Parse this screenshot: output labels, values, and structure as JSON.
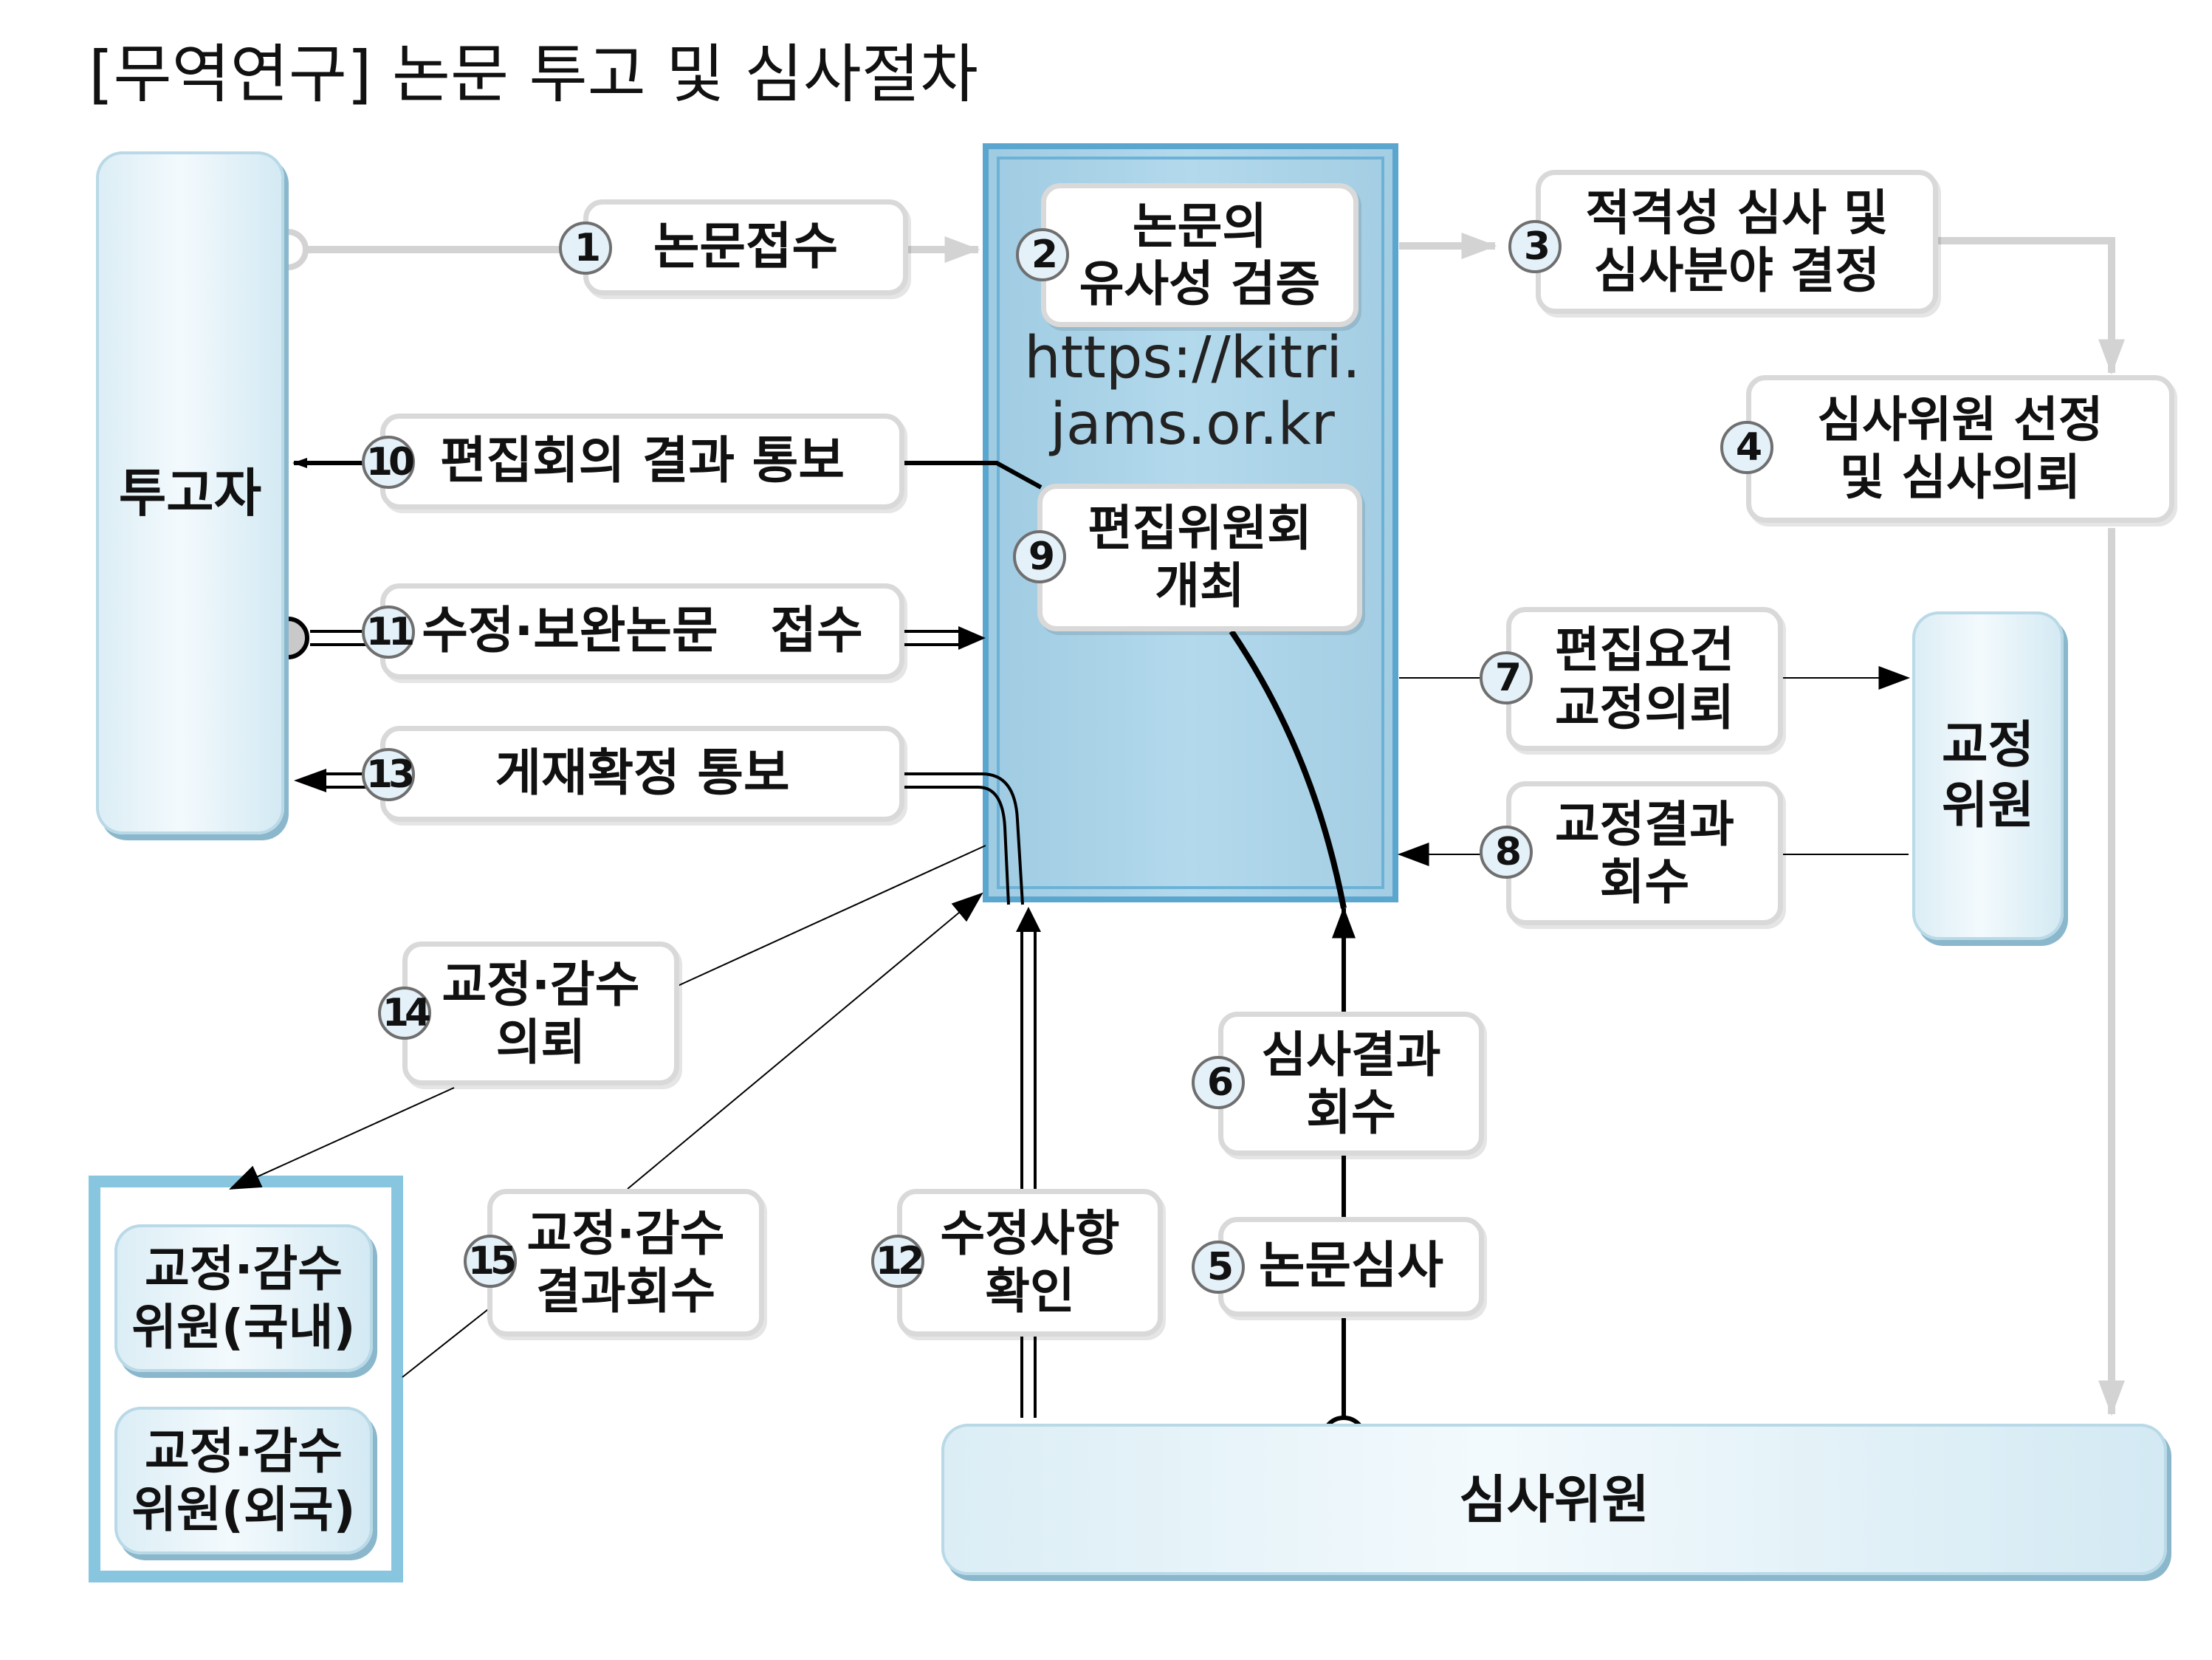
{
  "title": "[무역연구] 논문 투고 및 심사절차",
  "colors": {
    "accent": "#a8d2e8",
    "accent_dark": "#5aa6cf",
    "pill_shadow": "#8ab7cc",
    "box_border": "#d9d9d9",
    "line": "#000000",
    "gray_arrow": "#d3d3d3"
  },
  "actors": {
    "author": "투고자",
    "proofreader": [
      "교정",
      "위원"
    ],
    "reviewer": "심사위원",
    "domestic": [
      "교정·감수",
      "위원(국내)"
    ],
    "foreign": [
      "교정·감수",
      "위원(외국)"
    ]
  },
  "center": {
    "url": [
      "https://kitri.",
      "jams.or.kr"
    ]
  },
  "steps": {
    "s1": {
      "num": "1",
      "lines": [
        "논문접수"
      ]
    },
    "s2": {
      "num": "2",
      "lines": [
        "논문의",
        "유사성 검증"
      ]
    },
    "s3": {
      "num": "3",
      "lines": [
        "적격성 심사 및",
        "심사분야 결정"
      ]
    },
    "s4": {
      "num": "4",
      "lines": [
        "심사위원 선정",
        "및 심사의뢰"
      ]
    },
    "s5": {
      "num": "5",
      "lines": [
        "논문심사"
      ]
    },
    "s6": {
      "num": "6",
      "lines": [
        "심사결과",
        "회수"
      ]
    },
    "s7": {
      "num": "7",
      "lines": [
        "편집요건",
        "교정의뢰"
      ]
    },
    "s8": {
      "num": "8",
      "lines": [
        "교정결과",
        "회수"
      ]
    },
    "s9": {
      "num": "9",
      "lines": [
        "편집위원회",
        "개최"
      ]
    },
    "s10": {
      "num": "10",
      "lines": [
        "편집회의 결과 통보"
      ]
    },
    "s11": {
      "num": "11",
      "lines": [
        "수정·보완논문   접수"
      ]
    },
    "s12": {
      "num": "12",
      "lines": [
        "수정사항",
        "확인"
      ]
    },
    "s13": {
      "num": "13",
      "lines": [
        "게재확정 통보"
      ]
    },
    "s14": {
      "num": "14",
      "lines": [
        "교정·감수",
        "의뢰"
      ]
    },
    "s15": {
      "num": "15",
      "lines": [
        "교정·감수",
        "결과회수"
      ]
    }
  }
}
